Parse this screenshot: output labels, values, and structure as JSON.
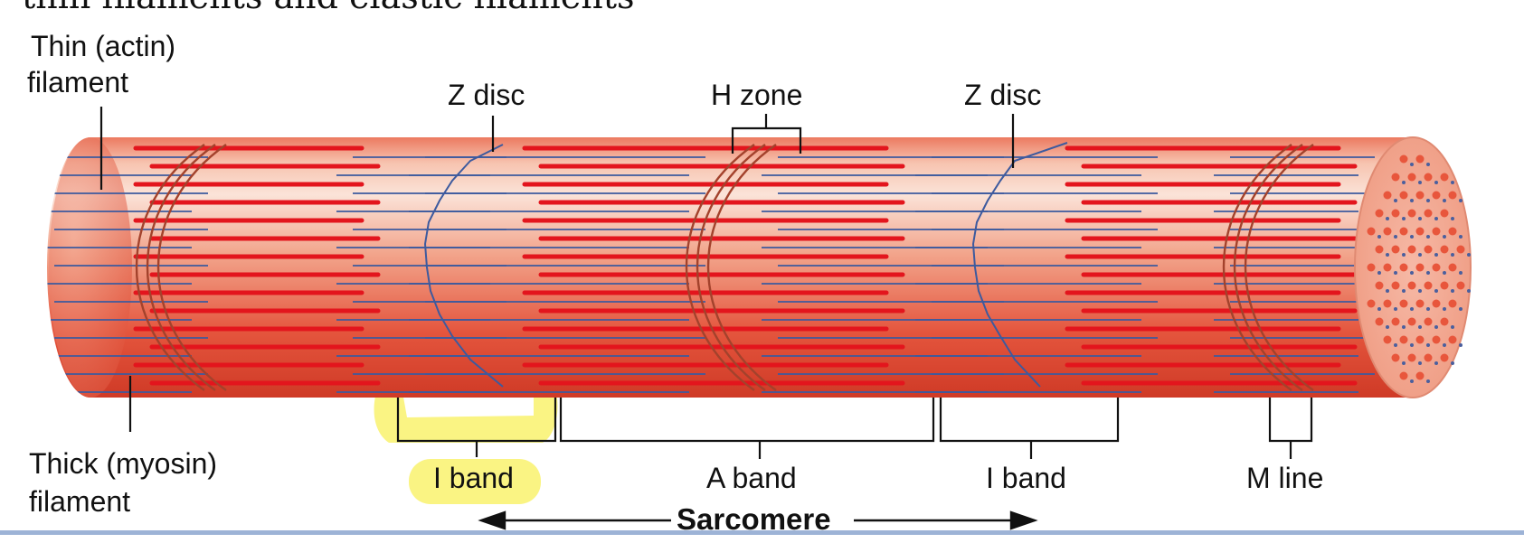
{
  "slide": {
    "title": "thin filaments and elastic filaments"
  },
  "labels": {
    "thin_filament_line1": "Thin (actin)",
    "thin_filament_line2": "filament",
    "thick_filament_line1": "Thick (myosin)",
    "thick_filament_line2": "filament",
    "z_disc_left": "Z disc",
    "h_zone": "H zone",
    "z_disc_right": "Z disc",
    "i_band_left": "I band",
    "a_band": "A band",
    "i_band_right": "I band",
    "m_line": "M line",
    "sarcomere": "Sarcomere"
  },
  "colors": {
    "myofibril_body": "#e4543e",
    "myofibril_highlight": "#fbdcd0",
    "thick_filament": "#e3151d",
    "thin_filament": "#3d5a9e",
    "end_face": "#f2a58e",
    "highlight_marker": "#f8f05a",
    "footer_rule": "#9db3d6"
  }
}
